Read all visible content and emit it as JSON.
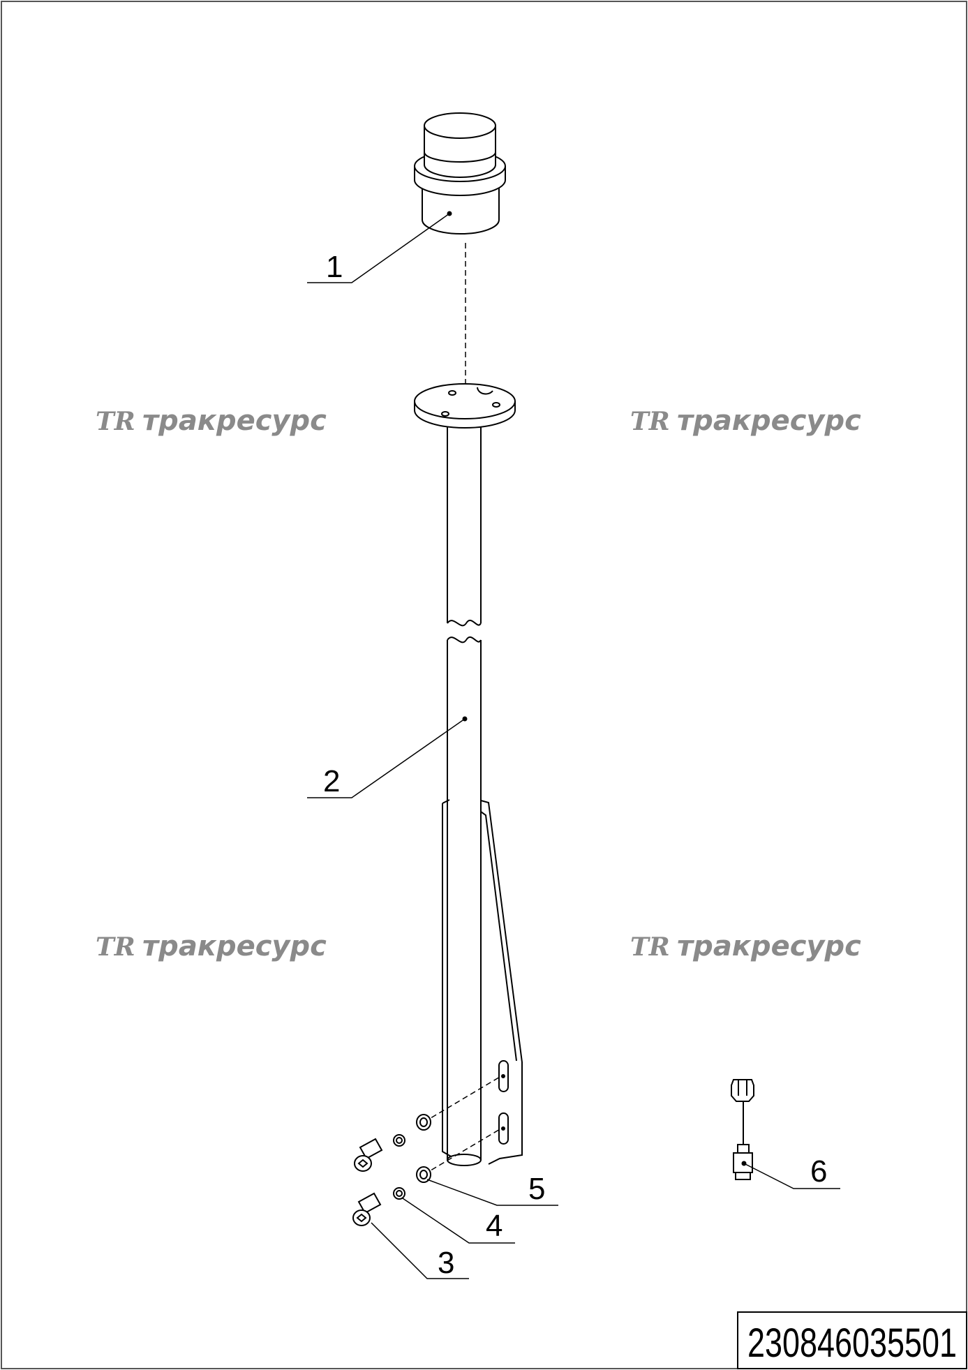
{
  "drawing": {
    "document_number": "230846035501",
    "watermark": {
      "logo": "TR",
      "text": "тракресурс"
    },
    "callouts": [
      "1",
      "2",
      "3",
      "4",
      "5",
      "6"
    ]
  }
}
